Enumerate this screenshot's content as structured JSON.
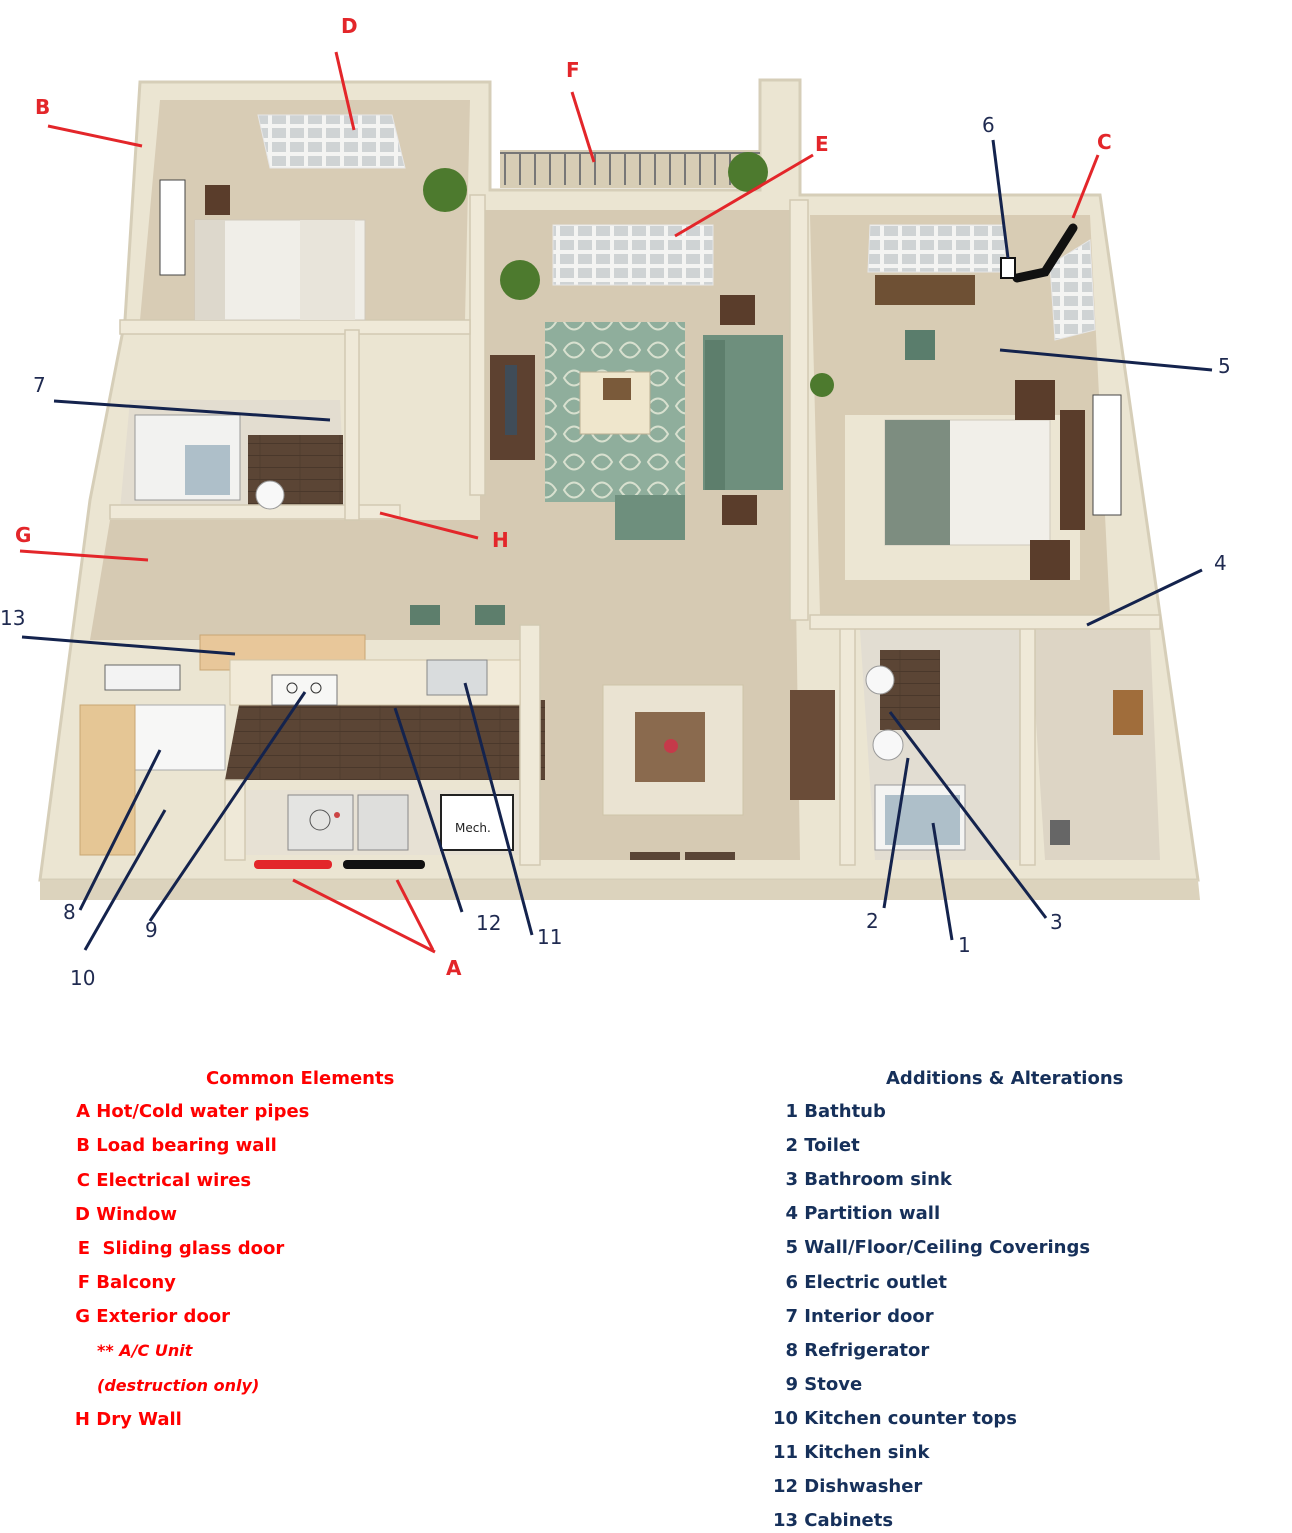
{
  "callouts": {
    "A": "A",
    "B": "B",
    "C": "C",
    "D": "D",
    "E": "E",
    "F": "F",
    "G": "G",
    "H": "H",
    "n1": "1",
    "n2": "2",
    "n3": "3",
    "n4": "4",
    "n5": "5",
    "n6": "6",
    "n7": "7",
    "n8": "8",
    "n9": "9",
    "n10": "10",
    "n11": "11",
    "n12": "12",
    "n13": "13"
  },
  "plan_labels": {
    "mech": "Mech."
  },
  "legend_left": {
    "title": "Common Elements",
    "items": [
      {
        "key": "A",
        "text": "Hot/Cold water pipes"
      },
      {
        "key": "B",
        "text": "Load bearing wall"
      },
      {
        "key": "C",
        "text": "Electrical wires"
      },
      {
        "key": "D",
        "text": "Window"
      },
      {
        "key": "E",
        "text": " Sliding glass door"
      },
      {
        "key": "F",
        "text": "Balcony"
      },
      {
        "key": "G",
        "text": "Exterior door"
      },
      {
        "key": "",
        "text": "** A/C Unit"
      },
      {
        "key": "",
        "text": "(destruction only)"
      },
      {
        "key": "H",
        "text": "Dry Wall"
      }
    ]
  },
  "legend_right": {
    "title": "Additions & Alterations",
    "items": [
      {
        "key": "1",
        "text": "Bathtub"
      },
      {
        "key": "2",
        "text": "Toilet"
      },
      {
        "key": "3",
        "text": "Bathroom sink"
      },
      {
        "key": "4",
        "text": "Partition wall"
      },
      {
        "key": "5",
        "text": "Wall/Floor/Ceiling Coverings"
      },
      {
        "key": "6",
        "text": "Electric outlet"
      },
      {
        "key": "7",
        "text": "Interior door"
      },
      {
        "key": "8",
        "text": "Refrigerator"
      },
      {
        "key": "9",
        "text": "Stove"
      },
      {
        "key": "10",
        "text": "Kitchen counter tops"
      },
      {
        "key": "11",
        "text": "Kitchen sink"
      },
      {
        "key": "12",
        "text": "Dishwasher"
      },
      {
        "key": "13",
        "text": "Cabinets"
      }
    ]
  },
  "colors": {
    "red": "#ff0000",
    "navy": "#16305a",
    "wall": "#ece6d3",
    "floor": "#d9cdb8",
    "wood": "#5a4536"
  }
}
